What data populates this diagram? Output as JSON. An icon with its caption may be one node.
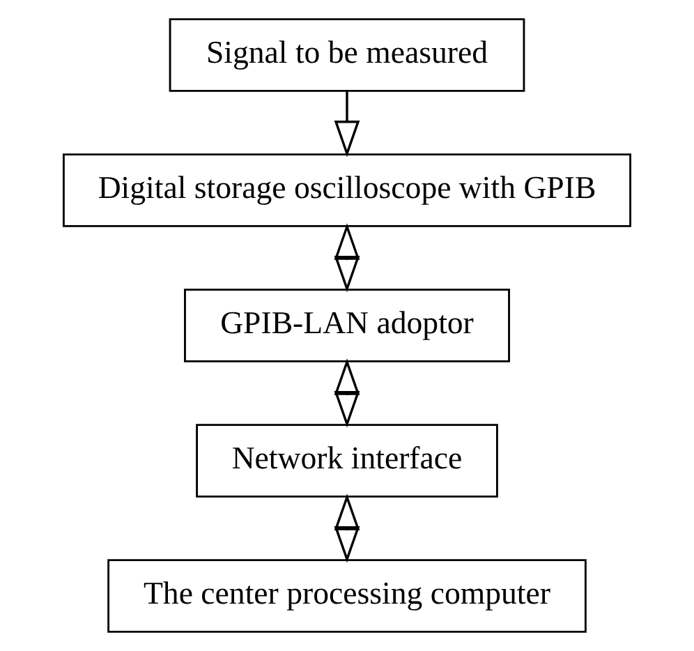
{
  "diagram": {
    "nodes": [
      {
        "text": [
          "Signal to be measured"
        ]
      },
      {
        "text": [
          "Digital storage oscilloscope with GPIB"
        ]
      },
      {
        "text": [
          "GPIB-LAN adoptor"
        ]
      },
      {
        "text": [
          "Network interface"
        ]
      },
      {
        "text": [
          "The center processing computer"
        ]
      }
    ],
    "edges": [
      {
        "from": 0,
        "to": 1,
        "arrow": "to"
      },
      {
        "from": 1,
        "to": 2,
        "arrow": "both"
      },
      {
        "from": 2,
        "to": 3,
        "arrow": "both"
      },
      {
        "from": 3,
        "to": 4,
        "arrow": "both"
      }
    ]
  }
}
